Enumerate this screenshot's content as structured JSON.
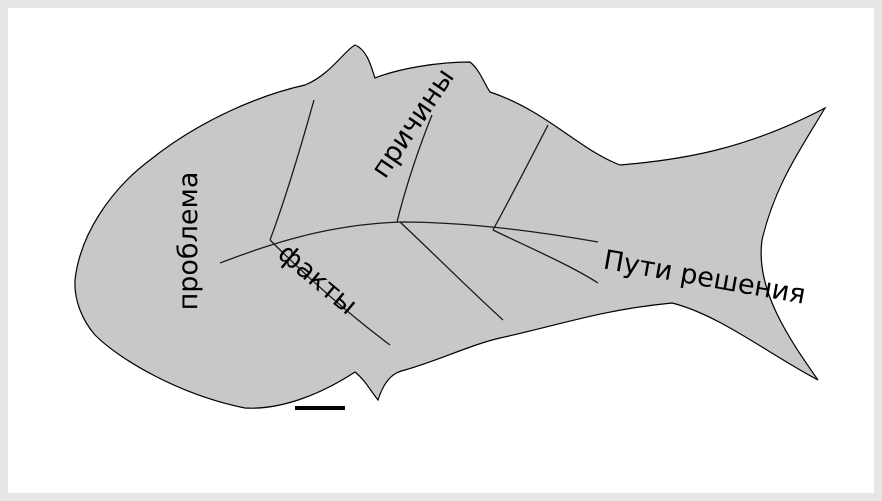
{
  "diagram": {
    "type": "fishbone",
    "labels": {
      "problem": "проблема",
      "causes": "причины",
      "facts": "факты",
      "solutions": "Пути решения"
    },
    "colors": {
      "page_bg": "#e6e6e6",
      "canvas_bg": "#ffffff",
      "fish_fill": "#c8c8c8",
      "outline": "#000000",
      "bones": "#1a1a1a"
    }
  }
}
